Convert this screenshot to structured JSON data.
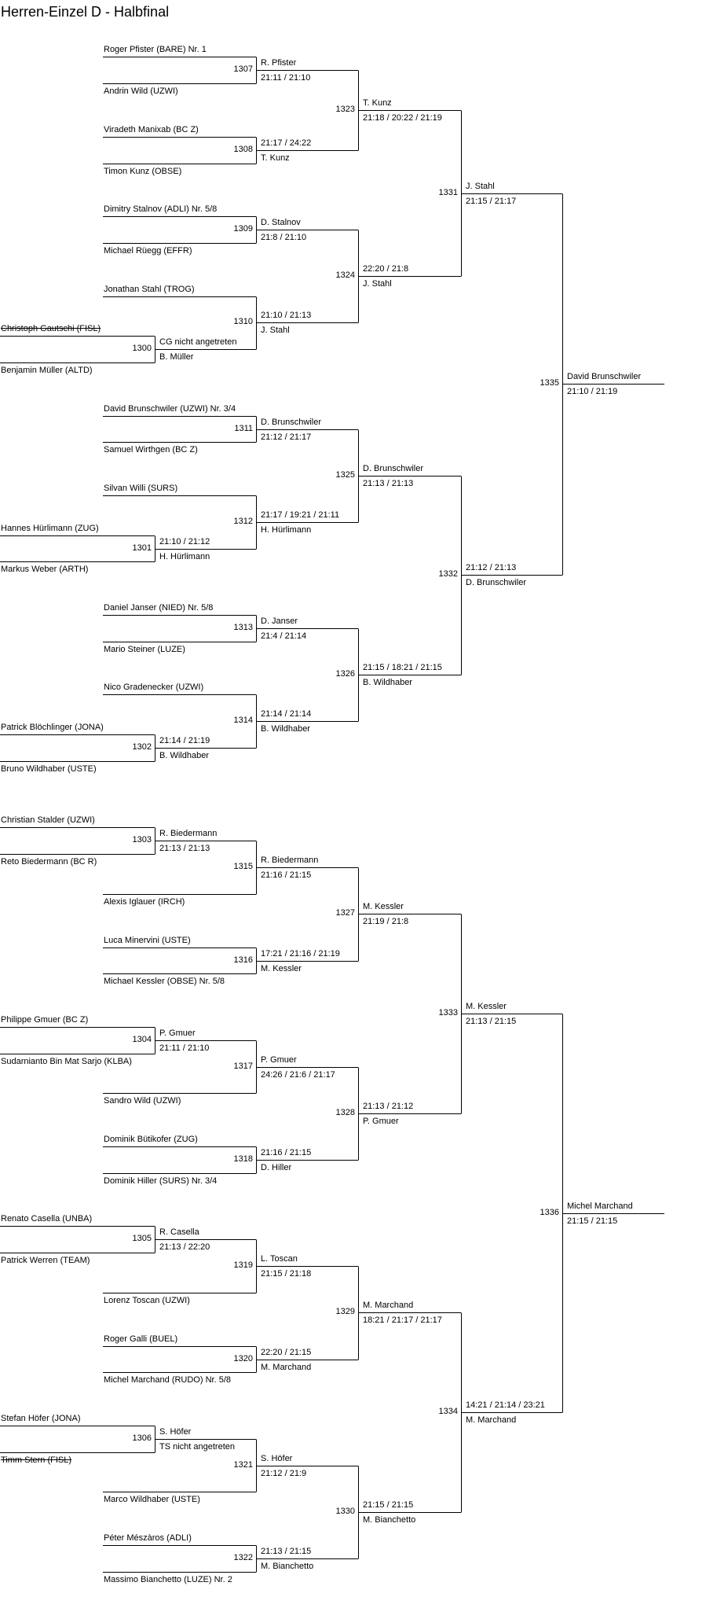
{
  "title": "Herren-Einzel D - Halbfinal",
  "prelims": [
    {
      "id": "1300",
      "top": "Christoph Gautschi (FISL)",
      "top_withdrawn": true,
      "bottom": "Benjamin Müller (ALTD)",
      "bottom_withdrawn": false,
      "winner": "B. Müller",
      "score": "CG nicht angetreten"
    },
    {
      "id": "1301",
      "top": "Hannes Hürlimann (ZUG)",
      "top_withdrawn": false,
      "bottom": "Markus Weber (ARTH)",
      "bottom_withdrawn": false,
      "winner": "H. Hürlimann",
      "score": "21:10 / 21:12"
    },
    {
      "id": "1302",
      "top": "Patrick Blöchlinger (JONA)",
      "top_withdrawn": false,
      "bottom": "Bruno Wildhaber (USTE)",
      "bottom_withdrawn": false,
      "winner": "B. Wildhaber",
      "score": "21:14 / 21:19"
    },
    {
      "id": "1303",
      "top": "Christian Stalder (UZWI)",
      "top_withdrawn": false,
      "bottom": "Reto Biedermann (BC R)",
      "bottom_withdrawn": false,
      "winner": "R. Biedermann",
      "score": "21:13 / 21:13"
    },
    {
      "id": "1304",
      "top": "Philippe Gmuer (BC Z)",
      "top_withdrawn": false,
      "bottom": "Sudarnianto Bin Mat Sarjo (KLBA)",
      "bottom_withdrawn": false,
      "winner": "P. Gmuer",
      "score": "21:11 / 21:10"
    },
    {
      "id": "1305",
      "top": "Renato Casella (UNBA)",
      "top_withdrawn": false,
      "bottom": "Patrick Werren (TEAM)",
      "bottom_withdrawn": false,
      "winner": "R. Casella",
      "score": "21:13 / 22:20"
    },
    {
      "id": "1306",
      "top": "Stefan Höfer (JONA)",
      "top_withdrawn": false,
      "bottom": "Timm Stern (FISL)",
      "bottom_withdrawn": true,
      "winner": "S. Höfer",
      "score": "TS nicht angetreten"
    }
  ],
  "round1": [
    {
      "id": "1307",
      "top": "Roger Pfister (BARE) Nr. 1",
      "bottom": "Andrin Wild (UZWI)",
      "winner": "R. Pfister",
      "score": "21:11 / 21:10"
    },
    {
      "id": "1308",
      "top": "Viradeth Manixab (BC Z)",
      "bottom": "Timon Kunz (OBSE)",
      "winner": "T. Kunz",
      "score": "21:17 / 24:22"
    },
    {
      "id": "1309",
      "top": "Dimitry Stalnov (ADLI) Nr. 5/8",
      "bottom": "Michael Rüegg (EFFR)",
      "winner": "D. Stalnov",
      "score": "21:8 / 21:10"
    },
    {
      "id": "1310",
      "top": "Jonathan Stahl (TROG)",
      "bottom": null,
      "winner": "J. Stahl",
      "score": "21:10 / 21:13"
    },
    {
      "id": "1311",
      "top": "David Brunschwiler (UZWI) Nr. 3/4",
      "bottom": "Samuel Wirthgen (BC Z)",
      "winner": "D. Brunschwiler",
      "score": "21:12 / 21:17"
    },
    {
      "id": "1312",
      "top": "Silvan Willi (SURS)",
      "bottom": null,
      "winner": "H. Hürlimann",
      "score": "21:17 / 19:21 / 21:11"
    },
    {
      "id": "1313",
      "top": "Daniel Janser (NIED) Nr. 5/8",
      "bottom": "Mario Steiner (LUZE)",
      "winner": "D. Janser",
      "score": "21:4 / 21:14"
    },
    {
      "id": "1314",
      "top": "Nico Gradenecker (UZWI)",
      "bottom": null,
      "winner": "B. Wildhaber",
      "score": "21:14 / 21:14"
    },
    {
      "id": "1315",
      "top": null,
      "bottom": "Alexis Iglauer (IRCH)",
      "winner": "R. Biedermann",
      "score": "21:16 / 21:15"
    },
    {
      "id": "1316",
      "top": "Luca Minervini (USTE)",
      "bottom": "Michael Kessler (OBSE) Nr. 5/8",
      "winner": "M. Kessler",
      "score": "17:21 / 21:16 / 21:19"
    },
    {
      "id": "1317",
      "top": null,
      "bottom": "Sandro Wild (UZWI)",
      "winner": "P. Gmuer",
      "score": "24:26 / 21:6 / 21:17"
    },
    {
      "id": "1318",
      "top": "Dominik Bütikofer (ZUG)",
      "bottom": "Dominik Hiller (SURS) Nr. 3/4",
      "winner": "D. Hiller",
      "score": "21:16 / 21:15"
    },
    {
      "id": "1319",
      "top": null,
      "bottom": "Lorenz Toscan (UZWI)",
      "winner": "L. Toscan",
      "score": "21:15 / 21:18"
    },
    {
      "id": "1320",
      "top": "Roger Galli (BUEL)",
      "bottom": "Michel Marchand (RUDO) Nr. 5/8",
      "winner": "M. Marchand",
      "score": "22:20 / 21:15"
    },
    {
      "id": "1321",
      "top": null,
      "bottom": "Marco Wildhaber (USTE)",
      "winner": "S. Höfer",
      "score": "21:12 / 21:9"
    },
    {
      "id": "1322",
      "top": "Péter Mészàros (ADLI)",
      "bottom": "Massimo Bianchetto (LUZE) Nr. 2",
      "winner": "M. Bianchetto",
      "score": "21:13 / 21:15"
    }
  ],
  "round2": [
    {
      "id": "1323",
      "winner": "T. Kunz",
      "score": "21:18 / 20:22 / 21:19"
    },
    {
      "id": "1324",
      "winner": "J. Stahl",
      "score": "22:20 / 21:8"
    },
    {
      "id": "1325",
      "winner": "D. Brunschwiler",
      "score": "21:13 / 21:13"
    },
    {
      "id": "1326",
      "winner": "B. Wildhaber",
      "score": "21:15 / 18:21 / 21:15"
    },
    {
      "id": "1327",
      "winner": "M. Kessler",
      "score": "21:19 / 21:8"
    },
    {
      "id": "1328",
      "winner": "P. Gmuer",
      "score": "21:13 / 21:12"
    },
    {
      "id": "1329",
      "winner": "M. Marchand",
      "score": "18:21 / 21:17 / 21:17"
    },
    {
      "id": "1330",
      "winner": "M. Bianchetto",
      "score": "21:15 / 21:15"
    }
  ],
  "round3": [
    {
      "id": "1331",
      "winner": "J. Stahl",
      "score": "21:15 / 21:17"
    },
    {
      "id": "1332",
      "winner": "D. Brunschwiler",
      "score": "21:12 / 21:13"
    },
    {
      "id": "1333",
      "winner": "M. Kessler",
      "score": "21:13 / 21:15"
    },
    {
      "id": "1334",
      "winner": "M. Marchand",
      "score": "14:21 / 21:14 / 23:21"
    }
  ],
  "semifinal": [
    {
      "id": "1335",
      "winner": "David Brunschwiler",
      "score": "21:10 / 21:19"
    },
    {
      "id": "1336",
      "winner": "Michel Marchand",
      "score": "21:15 / 21:15"
    }
  ]
}
